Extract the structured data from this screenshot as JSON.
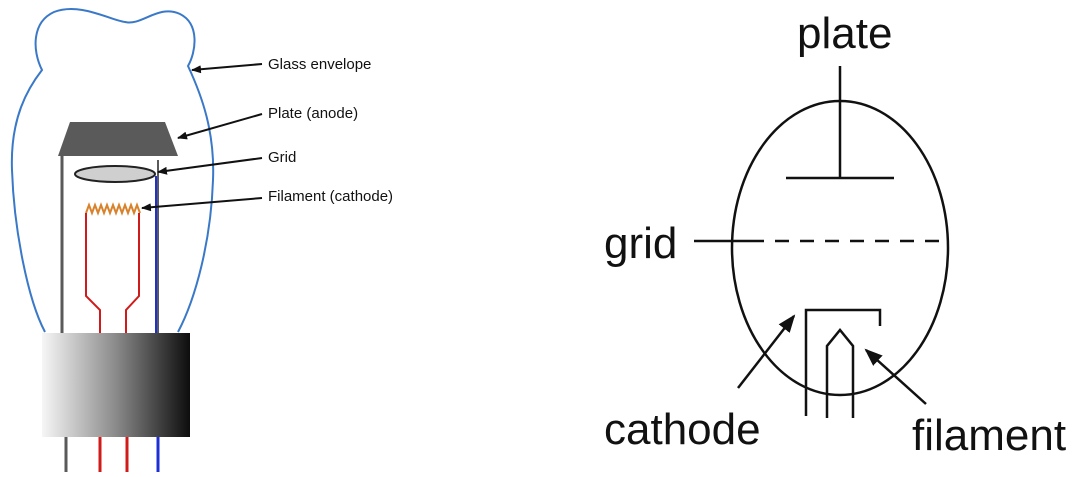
{
  "left_diagram": {
    "labels": {
      "glass": "Glass envelope",
      "plate": "Plate (anode)",
      "grid": "Grid",
      "filament": "Filament (cathode)"
    },
    "colors": {
      "envelope": "#3a78c8",
      "plate": "#5a5a5a",
      "filament": "#d9822b",
      "red_lead": "#d11a1a",
      "blue_lead": "#1f2fd6",
      "base_dark": "#111111",
      "base_light": "#f4f4f4"
    }
  },
  "right_diagram": {
    "labels": {
      "plate": "plate",
      "grid": "grid",
      "cathode": "cathode",
      "filament": "filament"
    }
  }
}
